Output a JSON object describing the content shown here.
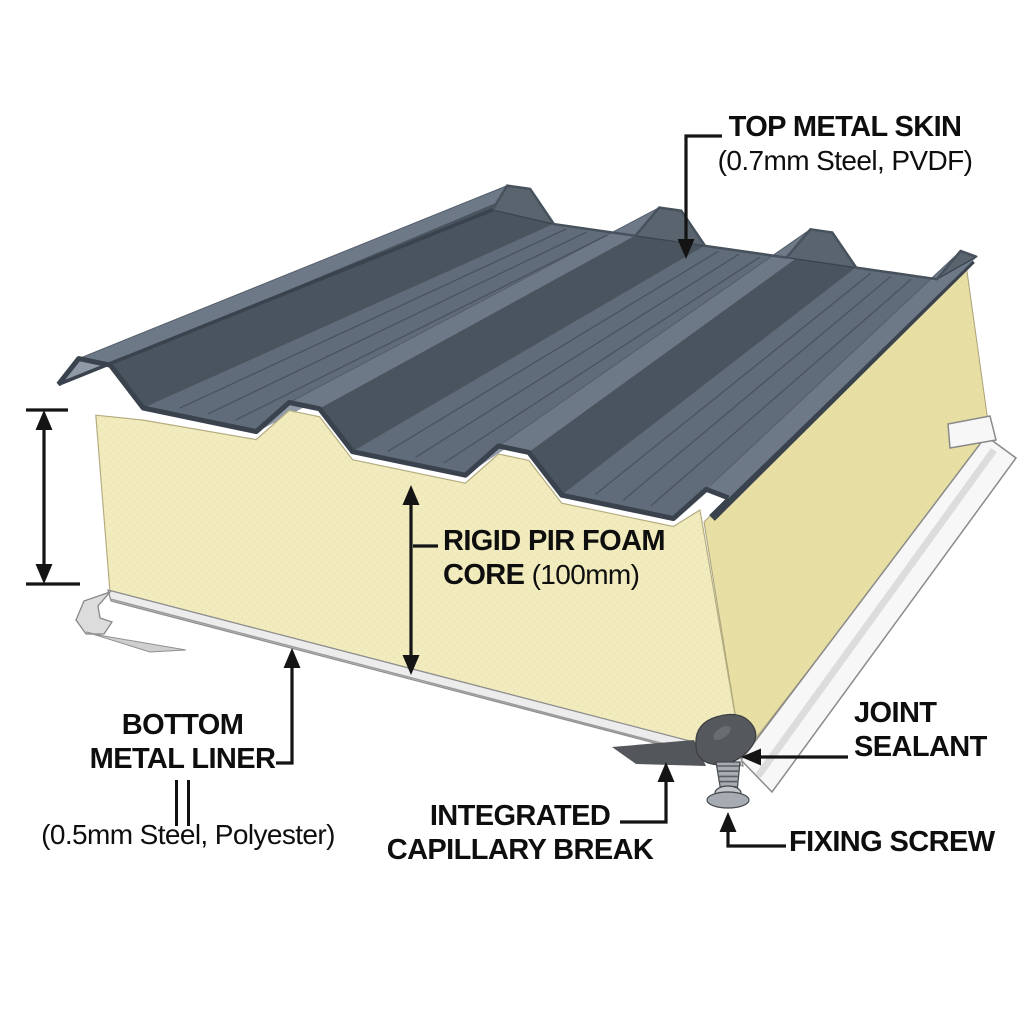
{
  "labels": {
    "top_skin": {
      "line1": "TOP METAL SKIN",
      "line2": "(0.7mm Steel, PVDF)"
    },
    "foam_core": {
      "line1": "RIGID PIR FOAM",
      "line2_bold": "CORE",
      "line2_rest": " (100mm)"
    },
    "bottom_liner": {
      "line1": "BOTTOM",
      "line2": "METAL LINER",
      "spec": "(0.5mm Steel, Polyester)"
    },
    "capillary_break": {
      "line1": "INTEGRATED",
      "line2": "CAPILLARY BREAK"
    },
    "joint_sealant": {
      "line1": "JOINT",
      "line2": "SEALANT"
    },
    "fixing_screw": {
      "label": "FIXING SCREW"
    }
  },
  "colors": {
    "background": "#ffffff",
    "roof_top": "#6d7987",
    "roof_light": "#8f9aa6",
    "roof_dark": "#49545f",
    "roof_valley": "#606c79",
    "roof_edge": "#39424d",
    "roof_cap": "#59646f",
    "foam_front": "#f1ebbe",
    "foam_side": "#e7dfa3",
    "foam_speck": "#d9d194",
    "liner_metal": "#ececec",
    "liner_edge": "#8e8e8e",
    "flashing_white": "#f7f7f7",
    "sealant": "#55585c",
    "screw_body": "#a6acb2",
    "screw_dome": "#c2c7cc",
    "label_text": "#0e0e0e",
    "line": "#141414"
  }
}
